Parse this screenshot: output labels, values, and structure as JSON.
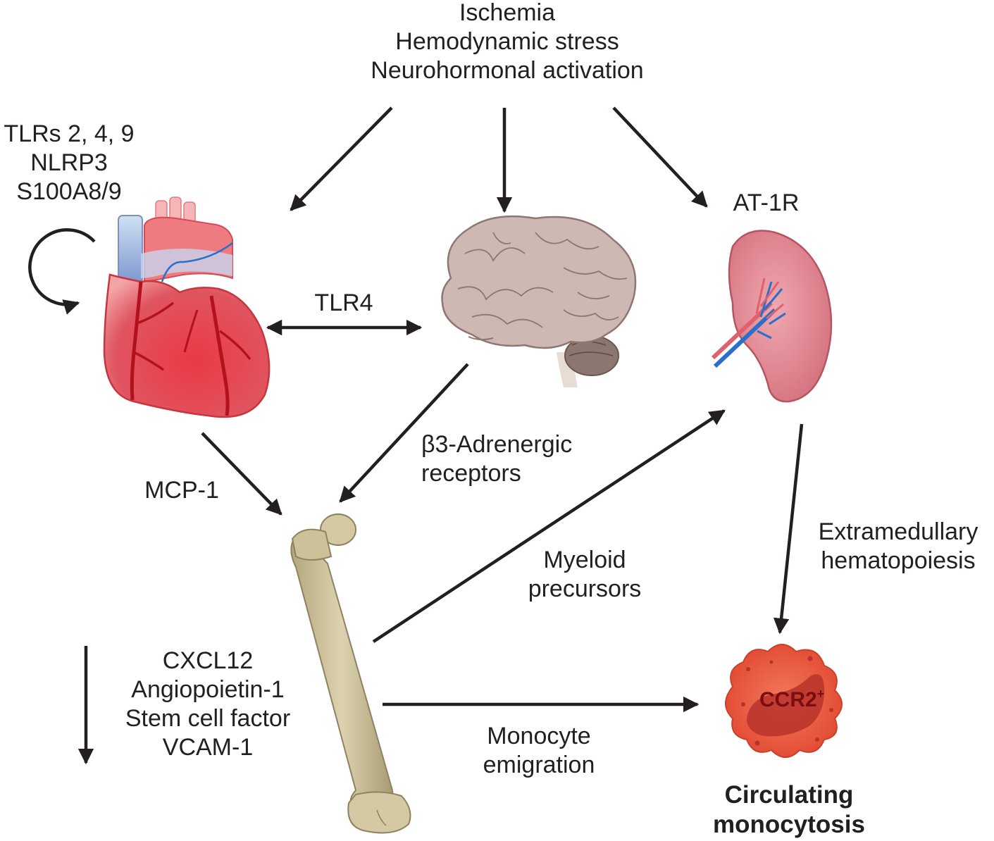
{
  "stimuli": [
    "Ischemia",
    "Hemodynamic stress",
    "Neurohormonal activation"
  ],
  "heart_receptors": [
    "TLRs 2, 4, 9",
    "NLRP3",
    "S100A8/9"
  ],
  "tlr4_label": "TLR4",
  "spleen_receptor": "AT-1R",
  "mcp1_label": "MCP-1",
  "beta3_label": [
    "β3-Adrenergic",
    "receptors"
  ],
  "extramedullary_label": [
    "Extramedullary",
    "hematopoiesis"
  ],
  "myeloid_label": [
    "Myeloid",
    "precursors"
  ],
  "bone_factors": [
    "CXCL12",
    "Angiopoietin-1",
    "Stem cell factor",
    "VCAM-1"
  ],
  "emigration_label": [
    "Monocyte",
    "emigration"
  ],
  "monocyte_marker": "CCR2",
  "monocyte_marker_sup": "+",
  "outcome_label": [
    "Circulating",
    "monocytosis"
  ],
  "colors": {
    "arrow": "#231f20",
    "heart": "#e23a3f",
    "heart_vessel": "#b3121d",
    "brain": "#cdb8b4",
    "cerebellum": "#8c7670",
    "spleen": "#d87c86",
    "bone": "#cfc39c",
    "monocyte": "#e9523e",
    "nucleus": "#b8322b",
    "vein": "#2a6fc9"
  }
}
